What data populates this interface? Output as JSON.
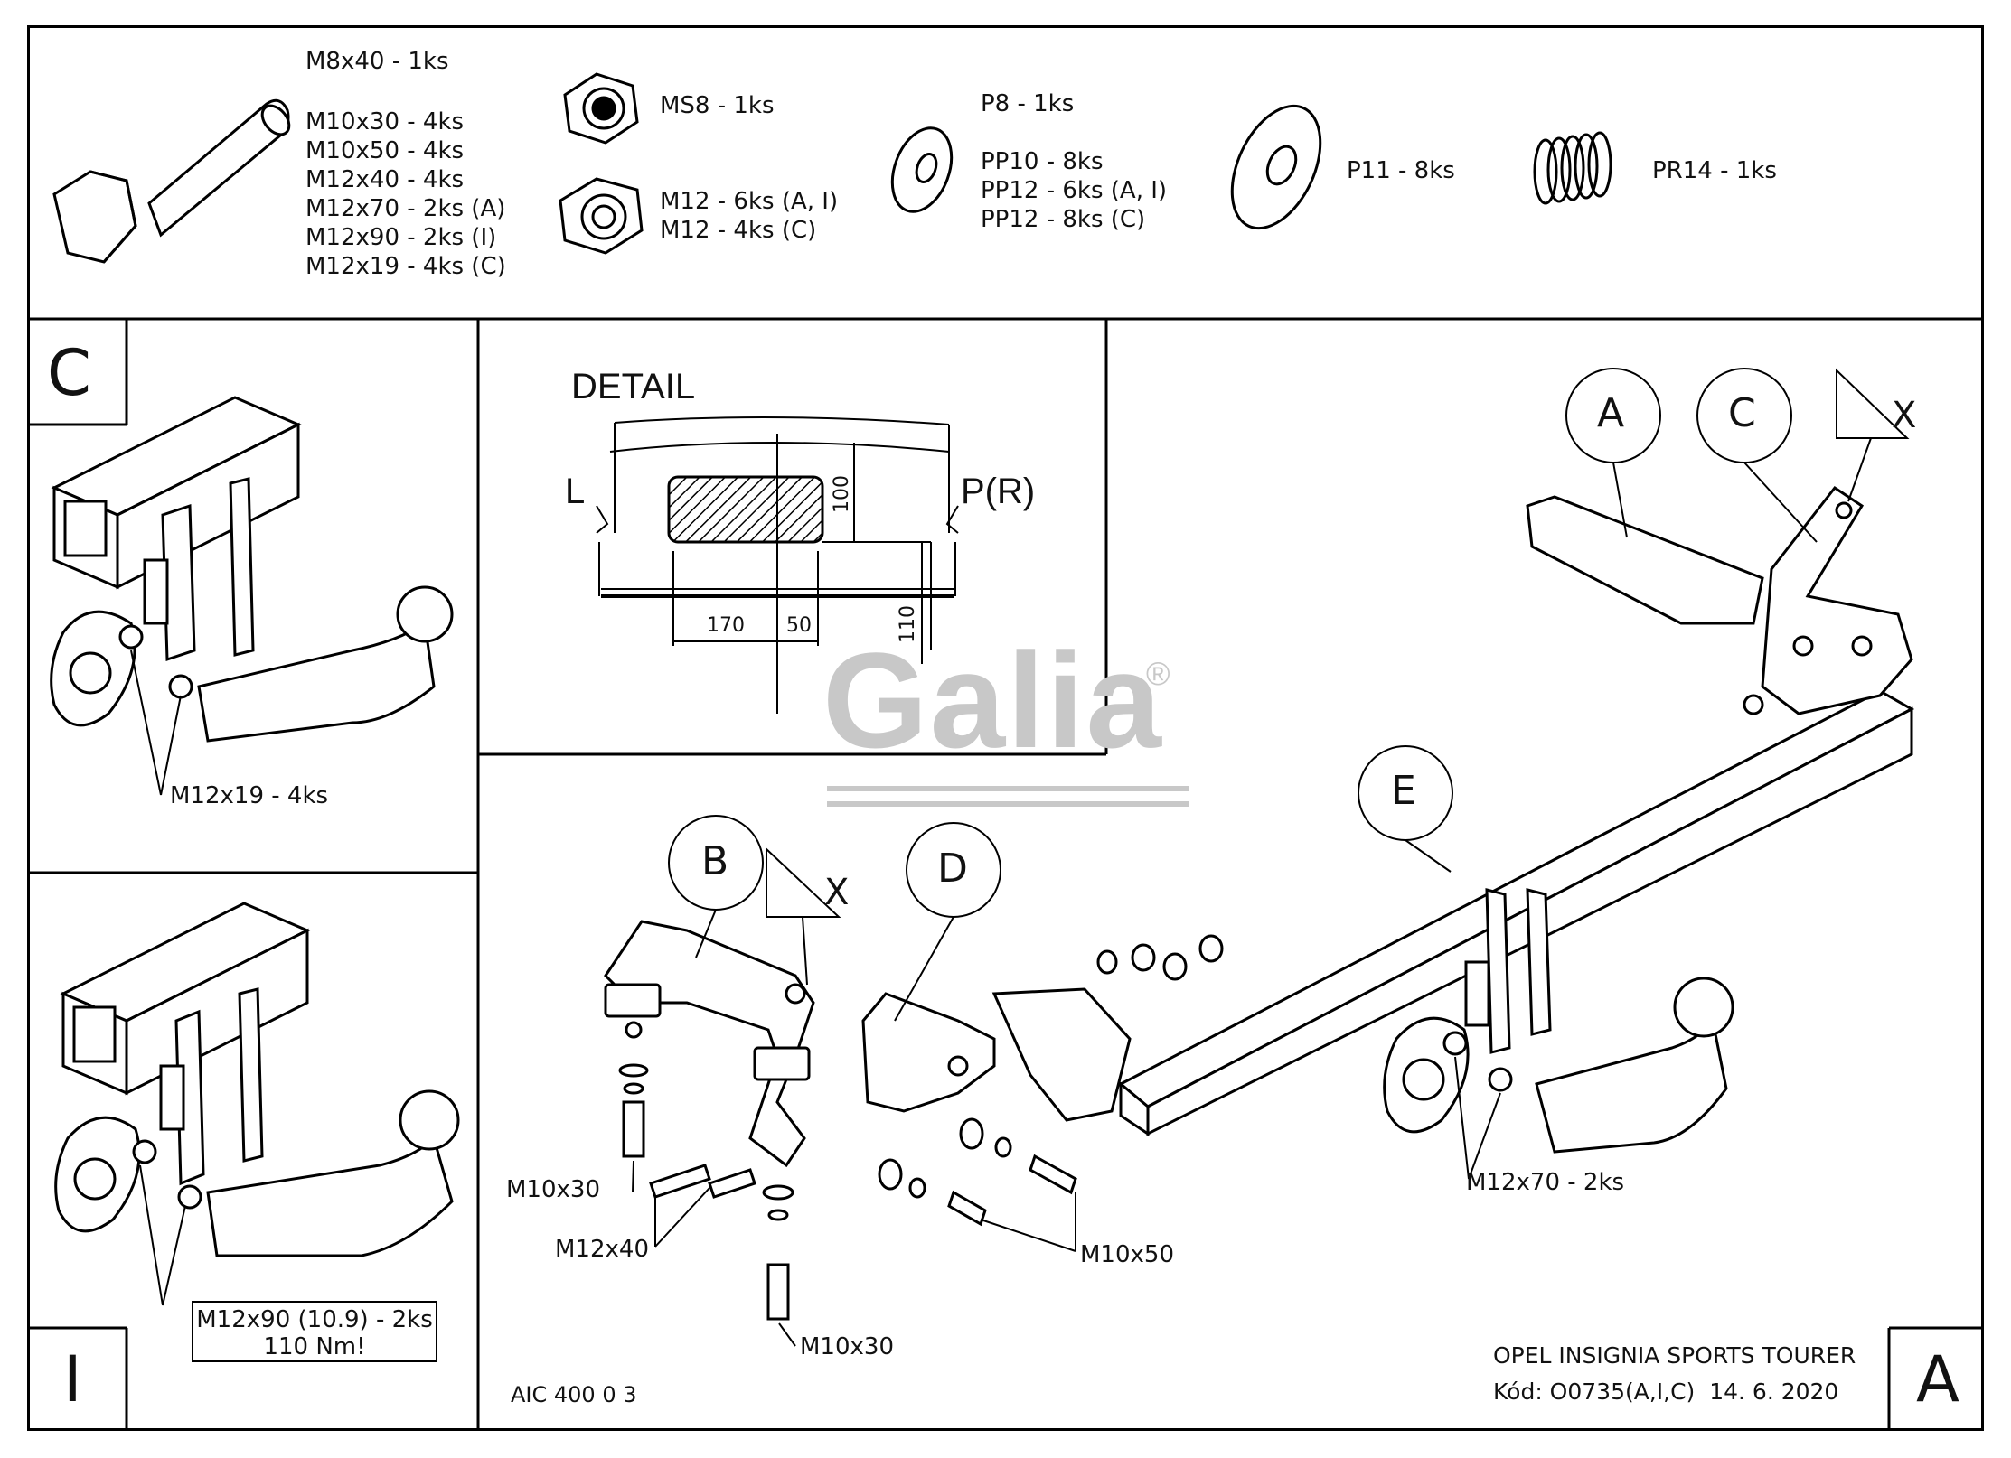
{
  "parts": {
    "bolts": [
      "M8x40 - 1ks",
      "M10x30 - 4ks",
      "M10x50 - 4ks",
      "M12x40 - 4ks",
      "M12x70 - 2ks (A)",
      "M12x90 - 2ks (I)",
      "M12x19 - 4ks (C)"
    ],
    "nut_ms8": "MS8 - 1ks",
    "nuts_m12": [
      "M12 - 6ks (A, I)",
      "M12 - 4ks (C)"
    ],
    "washer_p8": "P8 - 1ks",
    "washers_pp": [
      "PP10 - 8ks",
      "PP12 - 6ks (A, I)",
      "PP12 - 8ks (C)"
    ],
    "washer_p11": "P11 - 8ks",
    "spring_pr14": "PR14 - 1ks"
  },
  "panel_c": {
    "letter": "C",
    "label": "M12x19 - 4ks"
  },
  "panel_i": {
    "letter": "I",
    "label_line1": "M12x90 (10.9) - 2ks",
    "label_line2": "110 Nm!"
  },
  "detail": {
    "title": "DETAIL",
    "left": "L",
    "right": "P(R)",
    "dims": {
      "d100": "100",
      "d110": "110",
      "d170": "170",
      "d50": "50"
    }
  },
  "watermark": {
    "text": "Galia",
    "reg": "®"
  },
  "callouts": {
    "A": "A",
    "B": "B",
    "C": "C",
    "D": "D",
    "E": "E",
    "X": "X"
  },
  "bolt_labels": {
    "m10x30_left": "M10x30",
    "m12x40": "M12x40",
    "m10x50": "M10x50",
    "m10x30_bottom": "M10x30",
    "m12x70": "M12x70 - 2ks"
  },
  "footer": {
    "drawing_code": "AIC 400 0 3",
    "vehicle": "OPEL INSIGNIA SPORTS TOURER",
    "code_line": "Kód: O0735(A,I,C)  14. 6. 2020",
    "variant_letter": "A"
  }
}
